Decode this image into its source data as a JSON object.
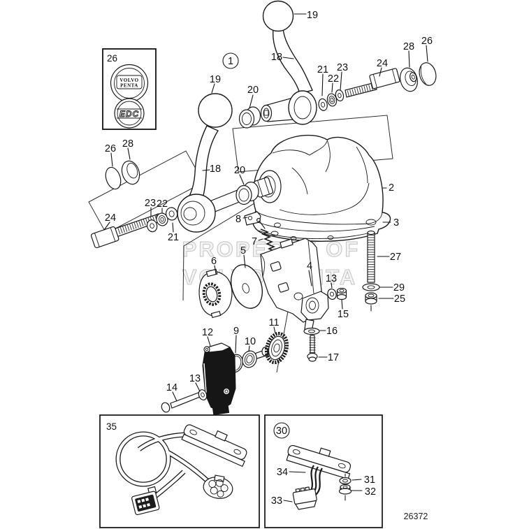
{
  "diagram": {
    "drawing_number": "26372",
    "watermark": {
      "line1": "PROPERTY OF",
      "line2": "VOLVO PENTA"
    },
    "badges": {
      "volvo_line1": "VOLVO",
      "volvo_line2": "PENTA",
      "edc": "EDC"
    },
    "callouts": {
      "knob_top": "19",
      "lever_top": "18",
      "bushing20_top": "20",
      "washer21_top": "21",
      "washer22_top": "22",
      "washer23_top": "23",
      "spacer24_top": "24",
      "bushing28_top": "28",
      "cap26_top": "26",
      "assembly1": "1",
      "badge_panel": "26",
      "cap26_left": "26",
      "bushing28_left": "28",
      "spacer24_left": "24",
      "washer23_left": "23",
      "washer22_left": "22",
      "washer21_left": "21",
      "knob_left": "19",
      "lever_left": "18",
      "bushing20_mid": "20",
      "housing2": "2",
      "gasket3": "3",
      "clip8": "8",
      "spring7": "7",
      "stud27": "27",
      "washer29": "29",
      "nut25": "25",
      "disc5": "5",
      "gear6": "6",
      "bracket4": "4",
      "washer13_upper": "13",
      "nut15": "15",
      "washer16": "16",
      "screw17": "17",
      "gearwheel11": "11",
      "oring9": "9",
      "seal10": "10",
      "potentiometer12": "12",
      "washer13_lower": "13",
      "bolt14": "14",
      "inset35": "35",
      "inset30": "30",
      "harness34": "34",
      "connector33": "33",
      "washer31": "31",
      "nut32": "32"
    }
  }
}
